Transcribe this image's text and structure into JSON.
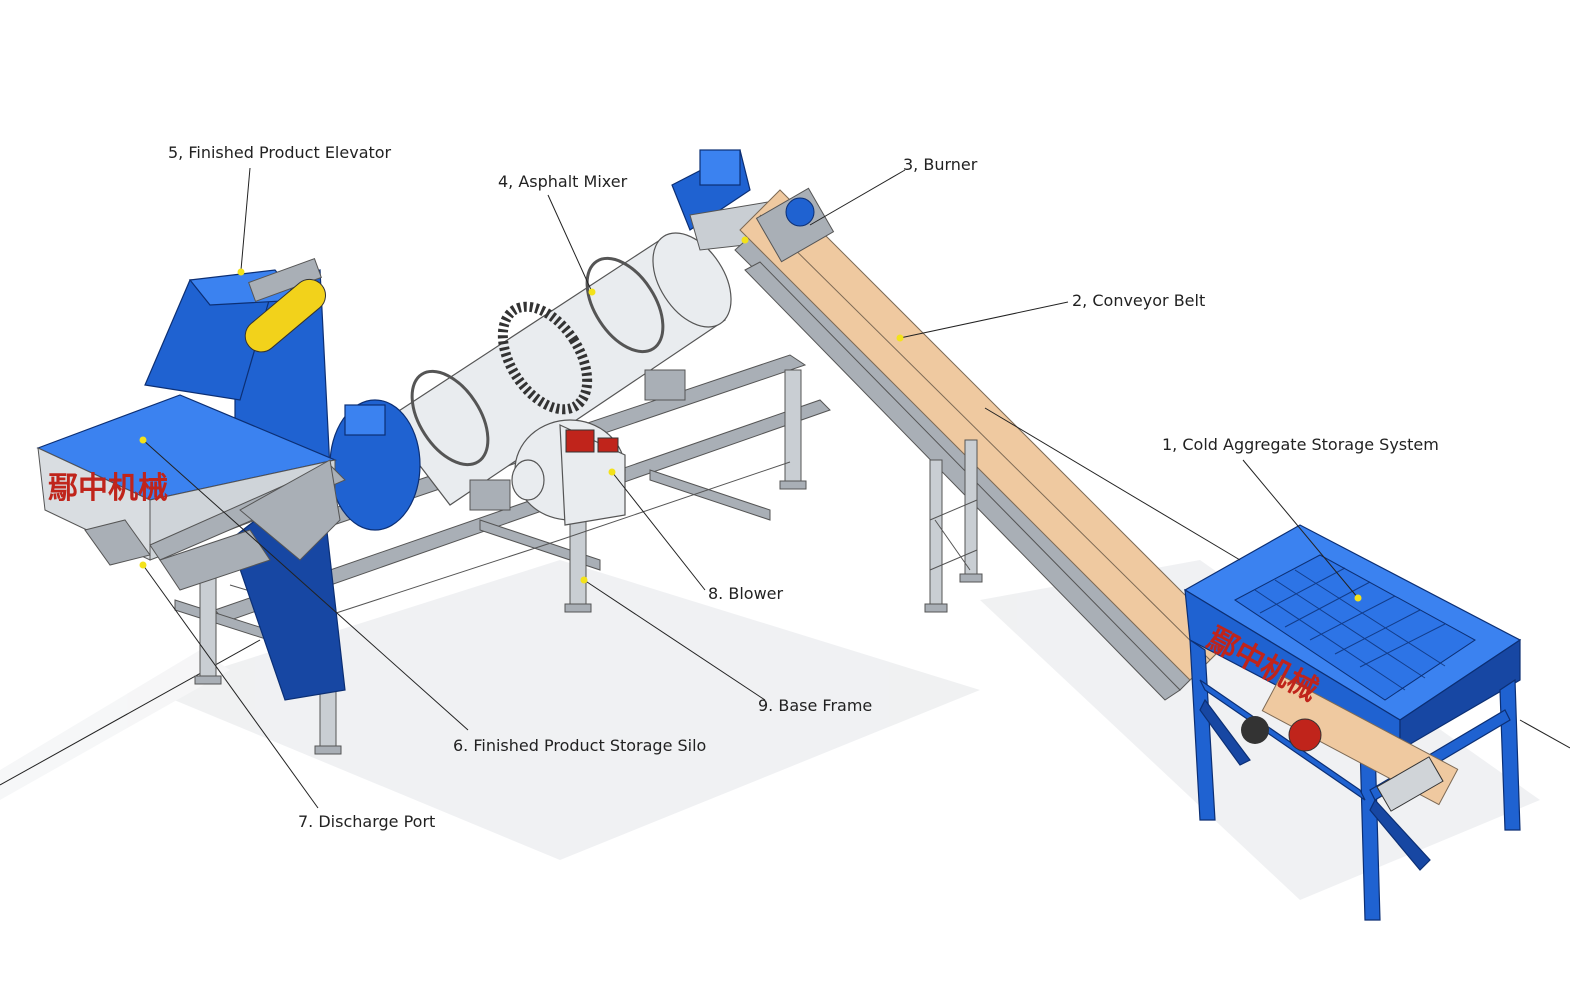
{
  "labels": {
    "cold_aggregate": "1, Cold Aggregate Storage System",
    "conveyor_belt": "2, Conveyor Belt",
    "burner": "3, Burner",
    "asphalt_mixer": "4, Asphalt Mixer",
    "elevator": "5, Finished Product Elevator",
    "storage_silo": "6. Finished Product Storage Silo",
    "discharge_port": "7. Discharge Port",
    "blower": "8. Blower",
    "base_frame": "9. Base Frame"
  },
  "brand_marks": {
    "silo_text": "鄢中机械",
    "bin_text": "鄢中机械"
  },
  "colors": {
    "machine_blue": "#1f62d1",
    "steel": "#a9afb6",
    "belt": "#efc9a0",
    "drum": "#e9ecef",
    "accent_red": "#c0241b",
    "marker_yellow": "#f3e21a"
  }
}
